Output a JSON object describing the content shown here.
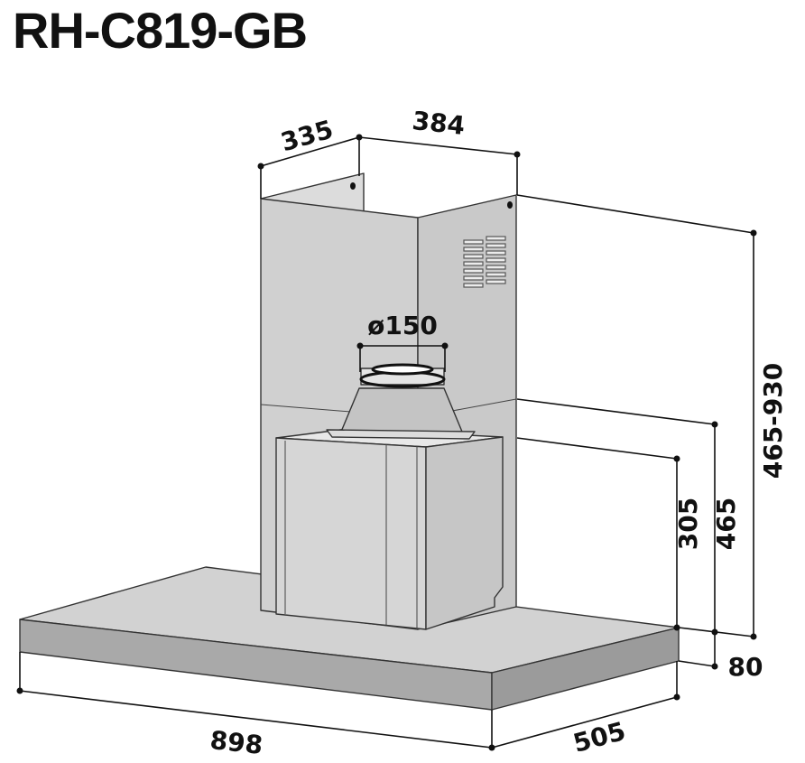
{
  "model": "RH-C819-GB",
  "dimensions": {
    "chimney_depth": "335",
    "chimney_width": "384",
    "outlet_diameter": "ø150",
    "total_height": "465-930",
    "height_to_upper_joint": "465",
    "height_to_motor_top": "305",
    "canopy_thickness": "80",
    "canopy_width": "898",
    "canopy_depth": "505"
  },
  "colors": {
    "chimney_light": "#dcdcdc",
    "chimney_front": "#d0d0d0",
    "chimney_side": "#c9c9c9",
    "canopy_top": "#d2d2d2",
    "canopy_front": "#a9a9a9",
    "canopy_side": "#9b9b9b",
    "motor_front": "#d6d6d6",
    "motor_side": "#c6c6c6",
    "line": "#111111"
  },
  "icons": {
    "vent_grille": "vent-grille-icon",
    "mounting_hole": "screw-hole-icon"
  }
}
